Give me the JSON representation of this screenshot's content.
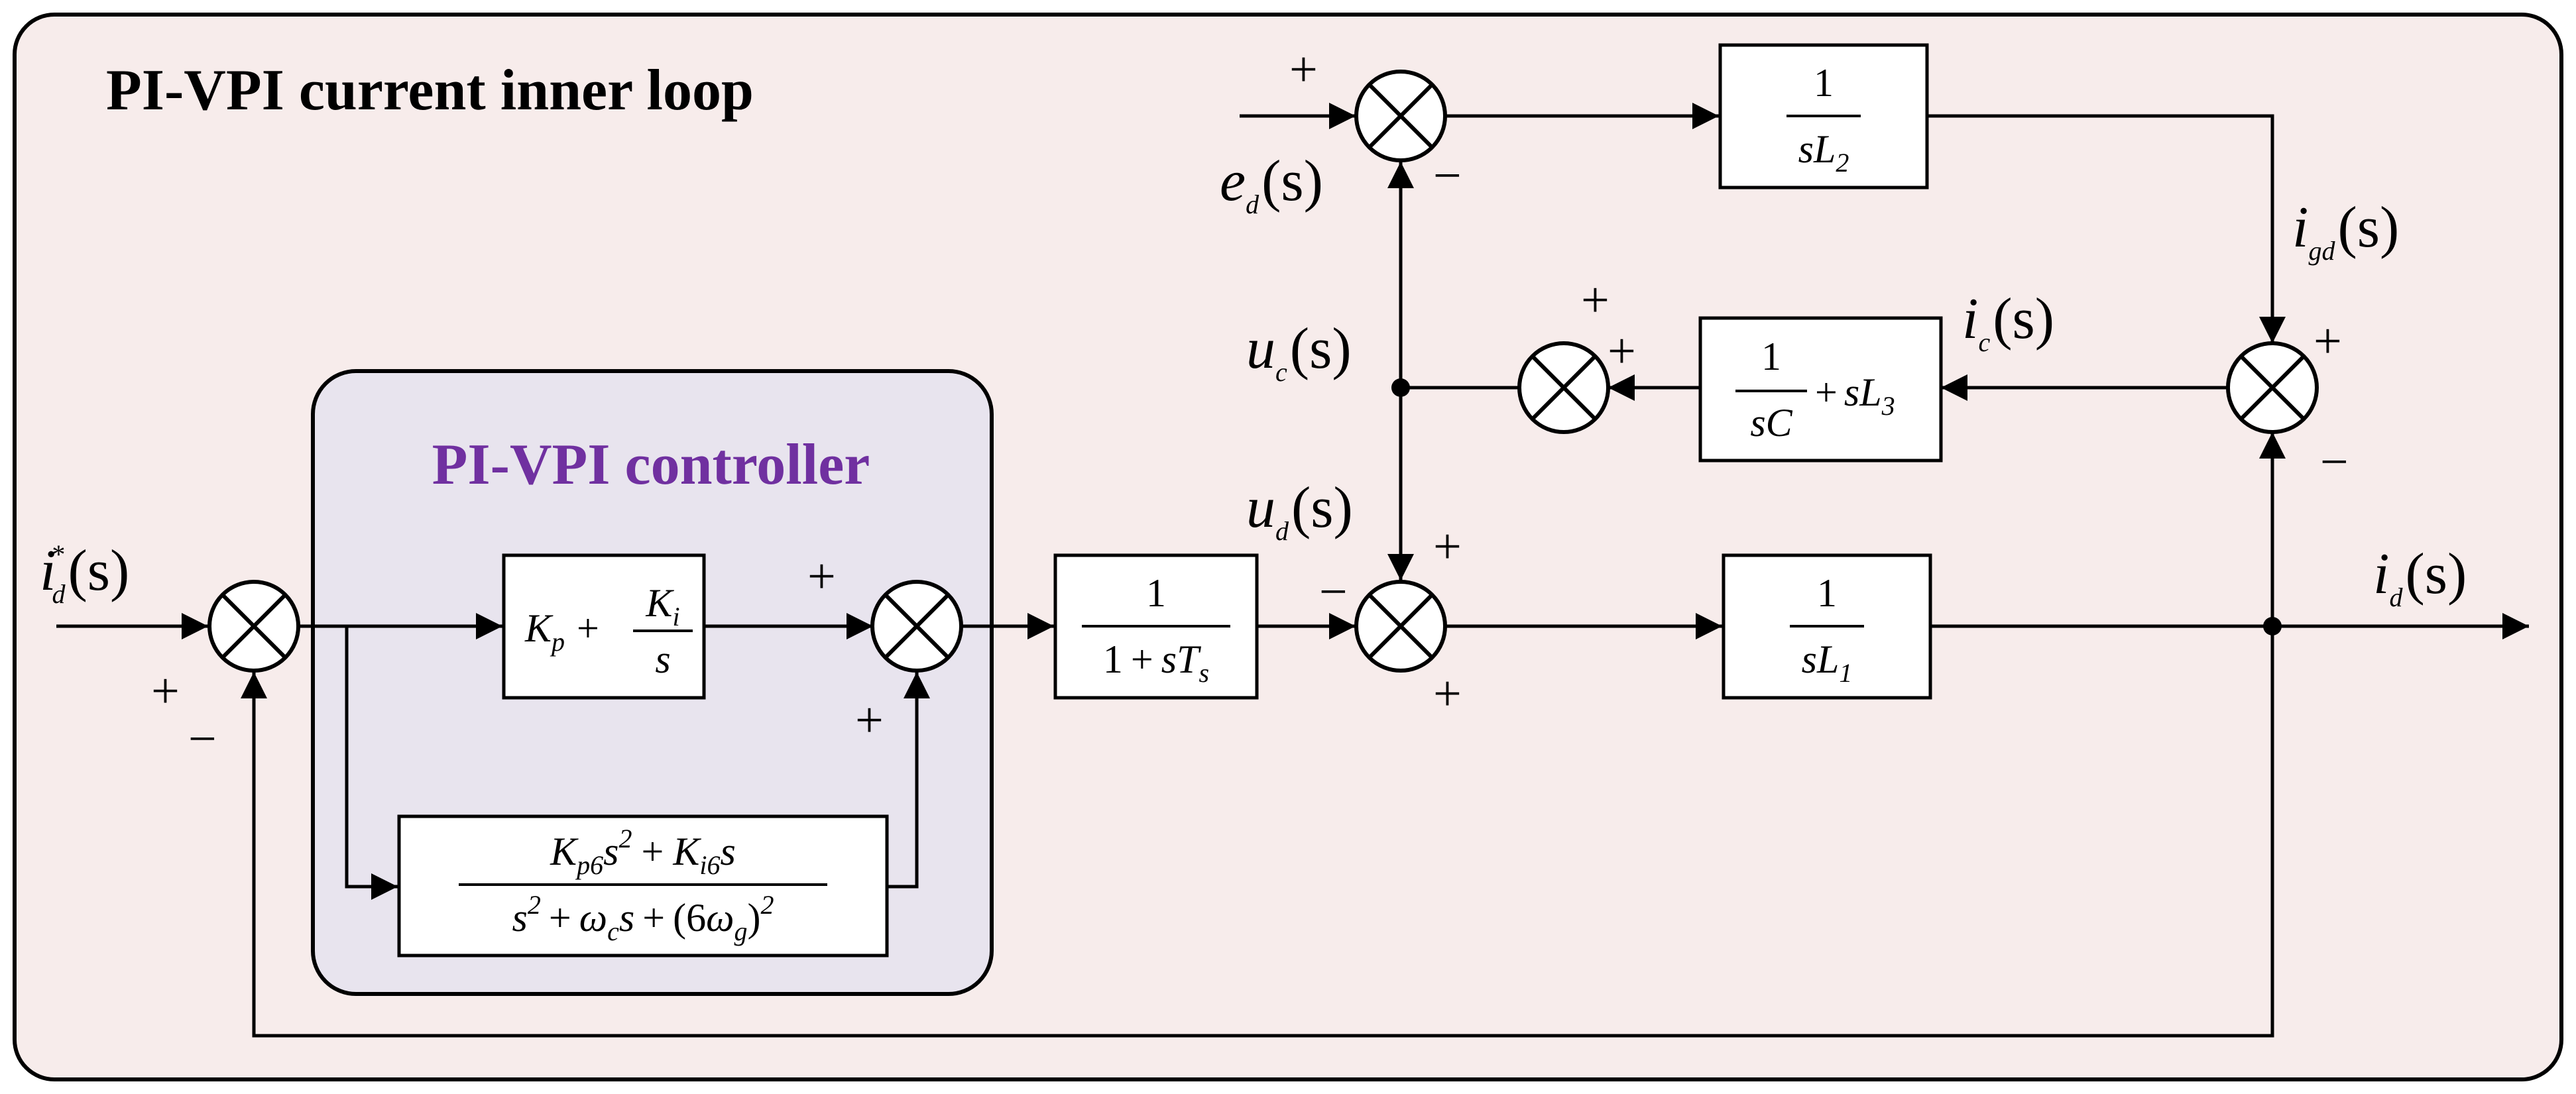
{
  "title": "PI-VPI current inner loop",
  "controller_title": "PI-VPI controller",
  "colors": {
    "outer_fill": "#f7eceb",
    "controller_fill": "#e8e4ee",
    "controller_title": "#7030a0",
    "stroke": "#000000"
  },
  "signals": {
    "id_ref": {
      "base": "i",
      "sub": "d",
      "sup": "*",
      "arg": "(s)"
    },
    "id_out": {
      "base": "i",
      "sub": "d",
      "arg": "(s)"
    },
    "ed": {
      "base": "e",
      "sub": "d",
      "arg": "(s)"
    },
    "uc": {
      "base": "u",
      "sub": "c",
      "arg": "(s)"
    },
    "ud": {
      "base": "u",
      "sub": "d",
      "arg": "(s)"
    },
    "ic": {
      "base": "i",
      "sub": "c",
      "arg": "(s)"
    },
    "igd": {
      "base": "i",
      "sub": "gd",
      "arg": "(s)"
    }
  },
  "signs": {
    "s1_plus": "+",
    "s1_minus": "−",
    "s2_plus_top": "+",
    "s2_plus_bottom": "+",
    "s3_plus": "+",
    "s3_minus": "−",
    "s4_minus_left": "−",
    "s4_plus_top": "+",
    "s4_plus_bottom": "+",
    "s5_plus_top": "+",
    "s5_plus_right": "+",
    "s6_plus": "+",
    "s6_minus": "−"
  },
  "blocks": {
    "pi": {
      "Kp": "K",
      "Kp_sub": "p",
      "plus": "+",
      "Ki": "K",
      "Ki_sub": "i",
      "den": "s"
    },
    "vpi": {
      "num_a": "K",
      "num_a_sub": "p6",
      "num_a_s": "s",
      "num_a_pow": "2",
      "num_plus": "+",
      "num_b": "K",
      "num_b_sub": "i6",
      "num_b_s": "s",
      "den_s": "s",
      "den_pow": "2",
      "den_plus1": "+",
      "den_w": "ω",
      "den_w_sub": "c",
      "den_s2": "s",
      "den_plus2": "+",
      "den_paren": "(6",
      "den_w2": "ω",
      "den_w2_sub": "g",
      "den_close": ")",
      "den_close_pow": "2"
    },
    "delay": {
      "num": "1",
      "den_one": "1",
      "den_plus": "+",
      "den_s": "s",
      "den_T": "T",
      "den_T_sub": "s"
    },
    "L1": {
      "num": "1",
      "den": "sL",
      "den_sub": "1"
    },
    "L2": {
      "num": "1",
      "den": "sL",
      "den_sub": "2"
    },
    "C": {
      "num": "1",
      "den": "sC",
      "plus": "+",
      "sL": "sL",
      "sL_sub": "3"
    }
  }
}
